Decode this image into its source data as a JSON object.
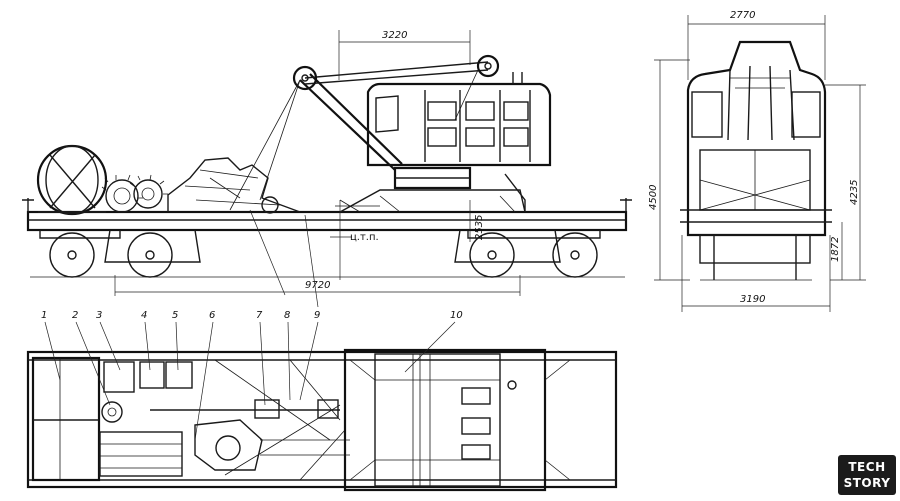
{
  "dimensions": {
    "boom_reach": "3220",
    "overall_length": "9720",
    "platform_height": "2535",
    "end_width": "2770",
    "end_height_left": "4500",
    "end_height_right": "4235",
    "end_lower_height": "1872",
    "end_base_width": "3190"
  },
  "annotations": {
    "center_of_mass": "ц.т.п."
  },
  "callouts": [
    "1",
    "2",
    "3",
    "4",
    "5",
    "6",
    "7",
    "8",
    "9",
    "10"
  ],
  "logo": {
    "line1": "TECH",
    "line2": "STORY"
  }
}
